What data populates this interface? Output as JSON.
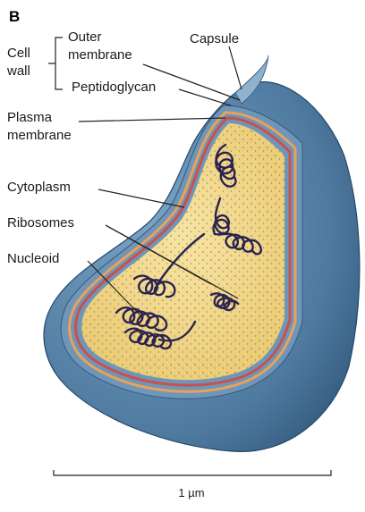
{
  "figure": {
    "panel_label": "B",
    "labels": {
      "cell_wall_line1": "Cell",
      "cell_wall_line2": "wall",
      "outer_membrane_line1": "Outer",
      "outer_membrane_line2": "membrane",
      "peptidoglycan": "Peptidoglycan",
      "capsule": "Capsule",
      "plasma_membrane_line1": "Plasma",
      "plasma_membrane_line2": "membrane",
      "cytoplasm": "Cytoplasm",
      "ribosomes": "Ribosomes",
      "nucleoid": "Nucleoid"
    },
    "scale_bar_label": "1 µm",
    "colors": {
      "outer_blue": "#5f86a8",
      "blue_shadow": "#2f5677",
      "cytoplasm": "#f1d98a",
      "plasma_membrane": "#c8504e",
      "nucleoid_dna": "#2a2350"
    }
  }
}
